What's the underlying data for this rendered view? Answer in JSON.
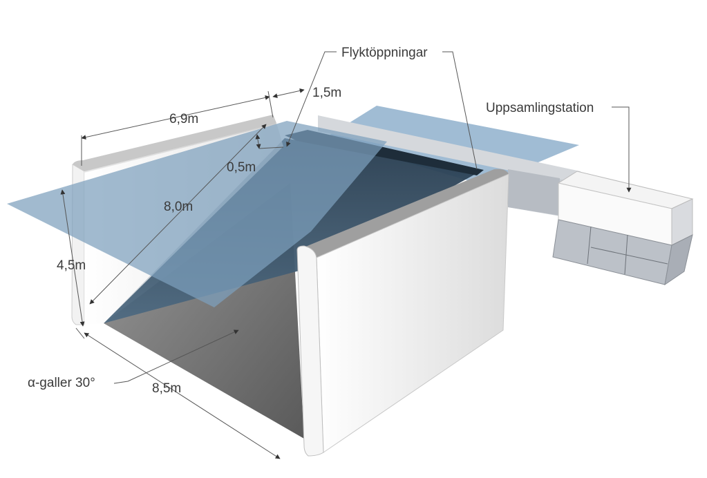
{
  "labels": {
    "width_top": "6,9m",
    "gap": "1,5m",
    "escape": "Flyktöppningar",
    "collection": "Uppsamlingstation",
    "depth_small": "0,5m",
    "diagonal": "8,0m",
    "height": "4,5m",
    "grid": "α-galler 30°",
    "width_bottom": "8,5m"
  },
  "colors": {
    "water": "#8fb0cc",
    "floor": "#7a7a7a",
    "wall": "#ececec",
    "block": "#bcc1c8",
    "dim_line": "#555555"
  }
}
